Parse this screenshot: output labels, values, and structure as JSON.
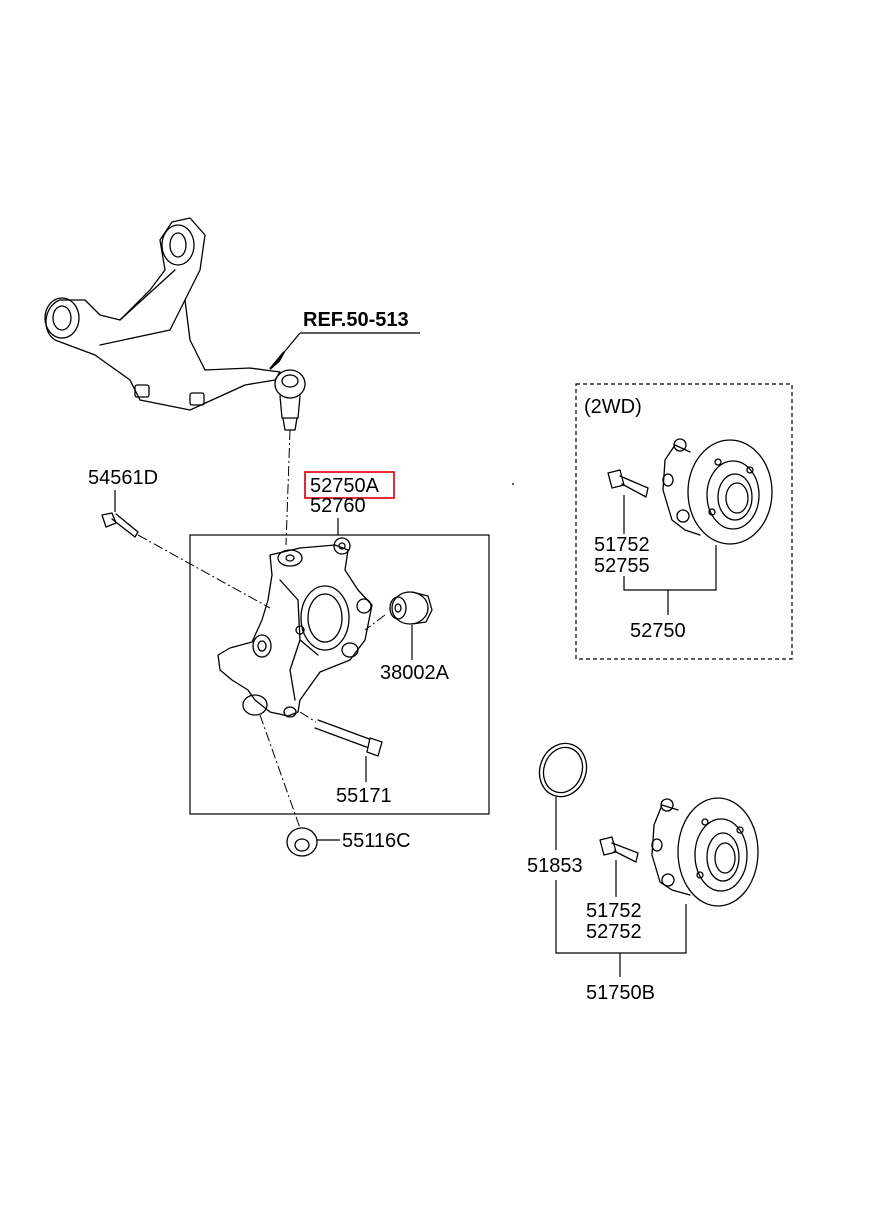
{
  "diagram": {
    "ref_label": "REF.50-513",
    "group_label": "(2WD)",
    "parts": {
      "p54561D": "54561D",
      "p52750A": "52750A",
      "p52760": "52760",
      "p38002A": "38002A",
      "p55171": "55171",
      "p55116C": "55116C",
      "p51752_a": "51752",
      "p52755": "52755",
      "p52750": "52750",
      "p51853": "51853",
      "p51752_b": "51752",
      "p52752": "52752",
      "p51750B": "51750B"
    },
    "highlight_color": "#e0141e"
  }
}
